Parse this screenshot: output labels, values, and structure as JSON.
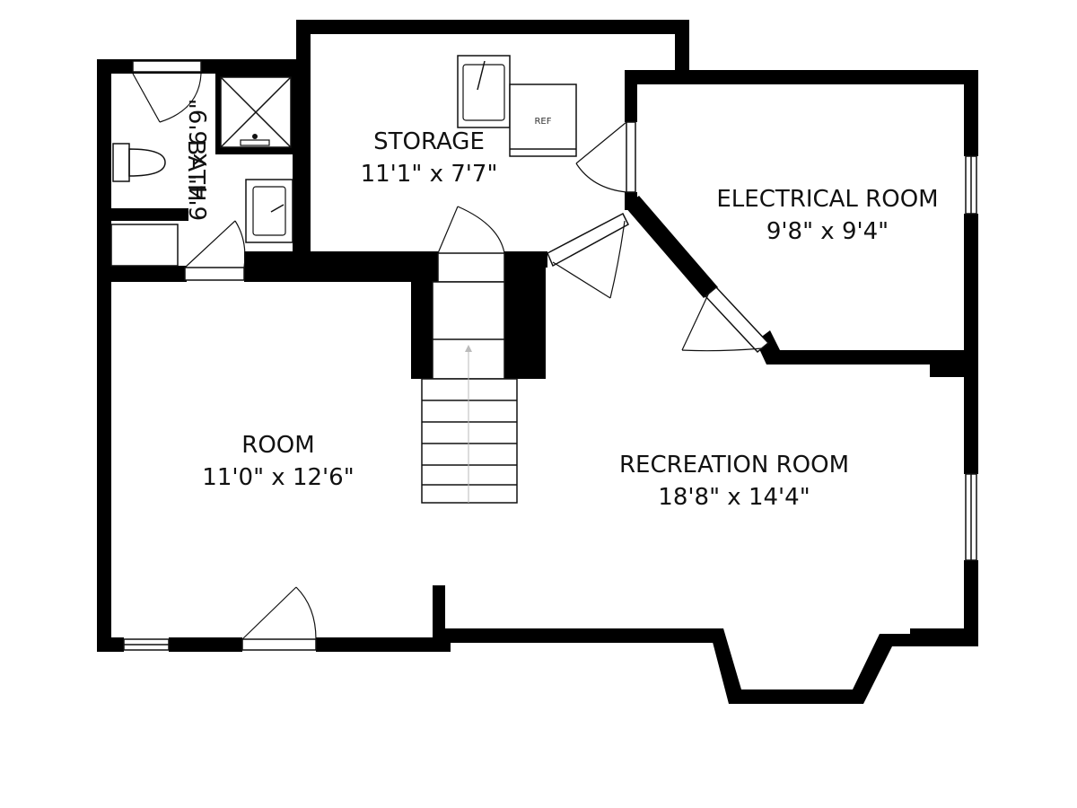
{
  "rooms": {
    "bath": {
      "name": "BATH",
      "size": "6'4\" x 6'9\""
    },
    "storage": {
      "name": "STORAGE",
      "size": "11'1\" x 7'7\""
    },
    "electrical": {
      "name": "ELECTRICAL ROOM",
      "size": "9'8\" x 9'4\""
    },
    "room": {
      "name": "ROOM",
      "size": "11'0\" x 12'6\""
    },
    "recreation": {
      "name": "RECREATION ROOM",
      "size": "18'8\" x 14'4\""
    }
  },
  "fixtures": {
    "fridge_label": "REF"
  },
  "colors": {
    "wall": "#000000",
    "background": "#ffffff"
  }
}
